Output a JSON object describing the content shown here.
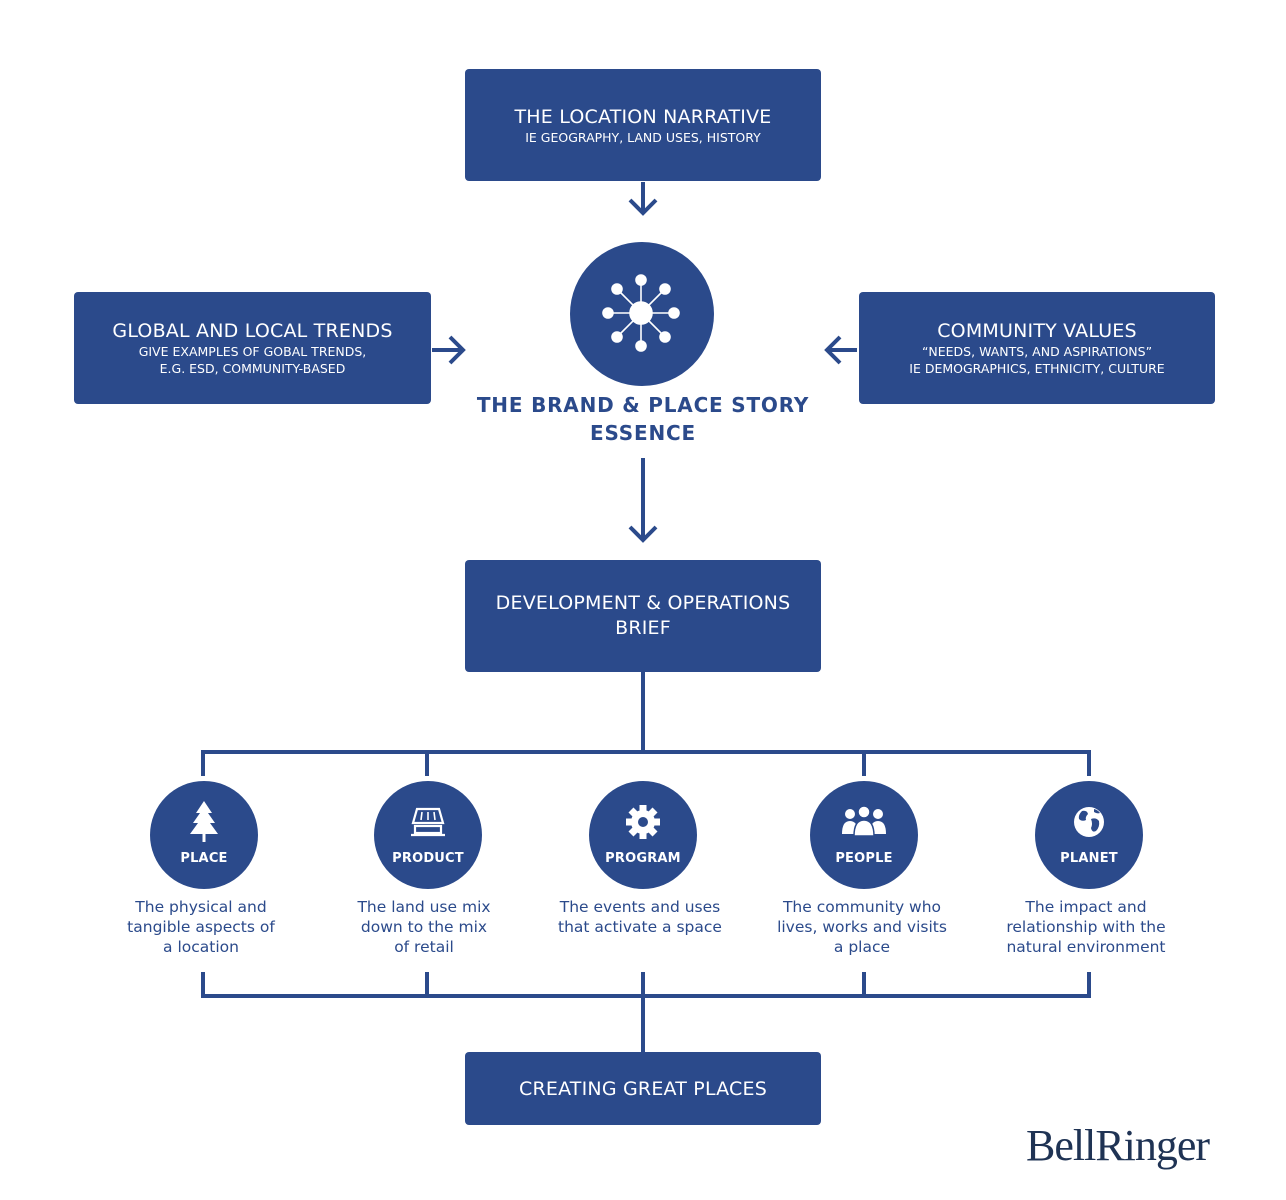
{
  "colors": {
    "primary": "#2b4a8b",
    "text_on_primary": "#ffffff",
    "logo": "#1f3354"
  },
  "location_narrative": {
    "title": "THE LOCATION NARRATIVE",
    "subtitle": "IE GEOGRAPHY, LAND USES, HISTORY"
  },
  "global_trends": {
    "title": "GLOBAL AND LOCAL TRENDS",
    "subtitle_line1": "GIVE EXAMPLES OF GOBAL TRENDS,",
    "subtitle_line2": "E.G. ESD, COMMUNITY-BASED"
  },
  "community_values": {
    "title": "COMMUNITY VALUES",
    "subtitle_line1": "“NEEDS, WANTS, AND ASPIRATIONS”",
    "subtitle_line2": "IE DEMOGRAPHICS, ETHNICITY, CULTURE"
  },
  "brand_story": {
    "icon": "network-hub-icon",
    "line1": "THE BRAND & PLACE STORY",
    "line2": "ESSENCE"
  },
  "brief": {
    "line1": "DEVELOPMENT & OPERATIONS",
    "line2": "BRIEF"
  },
  "pillars": [
    {
      "label": "PLACE",
      "icon": "tree-icon",
      "desc": [
        "The physical and",
        "tangible aspects of",
        "a location"
      ]
    },
    {
      "label": "PRODUCT",
      "icon": "storefront-icon",
      "desc": [
        "The land use mix",
        "down to the mix",
        "of retail"
      ]
    },
    {
      "label": "PROGRAM",
      "icon": "gear-icon",
      "desc": [
        "The events and uses",
        "that activate a space"
      ]
    },
    {
      "label": "PEOPLE",
      "icon": "people-icon",
      "desc": [
        "The community who",
        "lives, works and visits",
        "a place"
      ]
    },
    {
      "label": "PLANET",
      "icon": "globe-icon",
      "desc": [
        "The impact and",
        "relationship with the",
        "natural environment"
      ]
    }
  ],
  "outcome": {
    "title": "CREATING GREAT PLACES"
  },
  "logo": {
    "text": "BellRinger"
  }
}
